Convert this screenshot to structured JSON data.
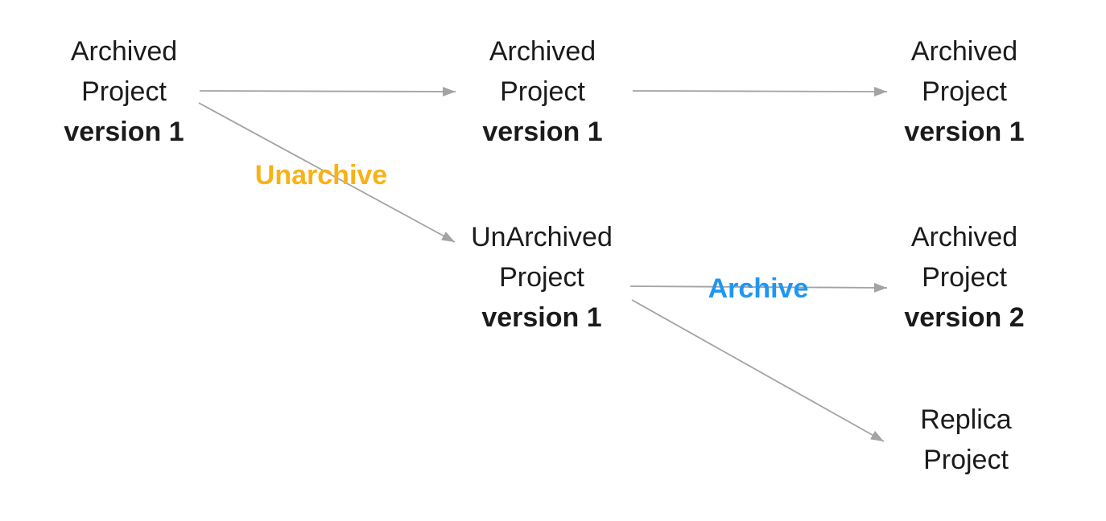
{
  "diagram": {
    "description": "Project archive and unarchive version workflow",
    "colors": {
      "text": "#1b1b1b",
      "arrow": "#a3a3a3",
      "unarchive_label": "#f9b216",
      "archive_label": "#1e97f2"
    },
    "nodes": [
      {
        "id": "archived-project-v1-start",
        "line1": "Archived",
        "line2": "Project",
        "line3": "version 1"
      },
      {
        "id": "archived-project-v1-mid",
        "line1": "Archived",
        "line2": "Project",
        "line3": "version 1"
      },
      {
        "id": "archived-project-v1-end",
        "line1": "Archived",
        "line2": "Project",
        "line3": "version 1"
      },
      {
        "id": "unarchived-project-v1",
        "line1": "UnArchived",
        "line2": "Project",
        "line3": "version 1"
      },
      {
        "id": "archived-project-v2",
        "line1": "Archived",
        "line2": "Project",
        "line3": "version 2"
      },
      {
        "id": "replica-project",
        "line1": "Replica",
        "line2": "Project"
      }
    ],
    "edge_labels": {
      "unarchive": "Unarchive",
      "archive": "Archive"
    }
  }
}
